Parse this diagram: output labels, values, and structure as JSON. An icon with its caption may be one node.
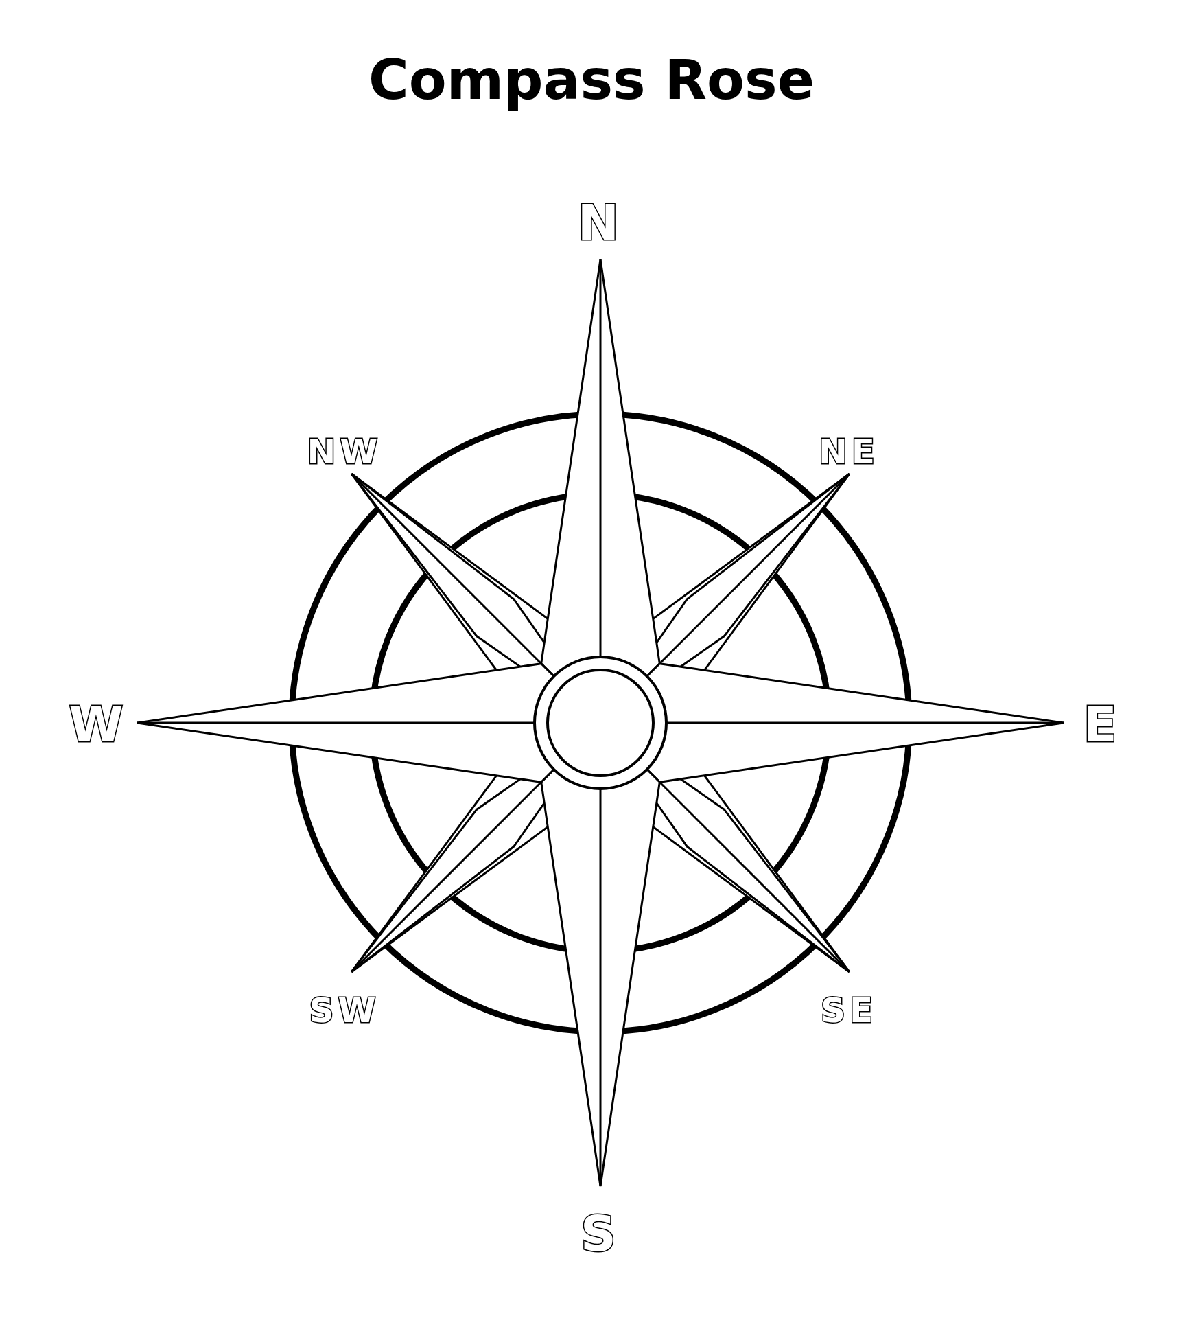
{
  "diagram": {
    "title": "Compass Rose",
    "labels": [
      "N",
      "NW",
      "NE",
      "W",
      "E",
      "SW",
      "SE",
      "S"
    ]
  }
}
